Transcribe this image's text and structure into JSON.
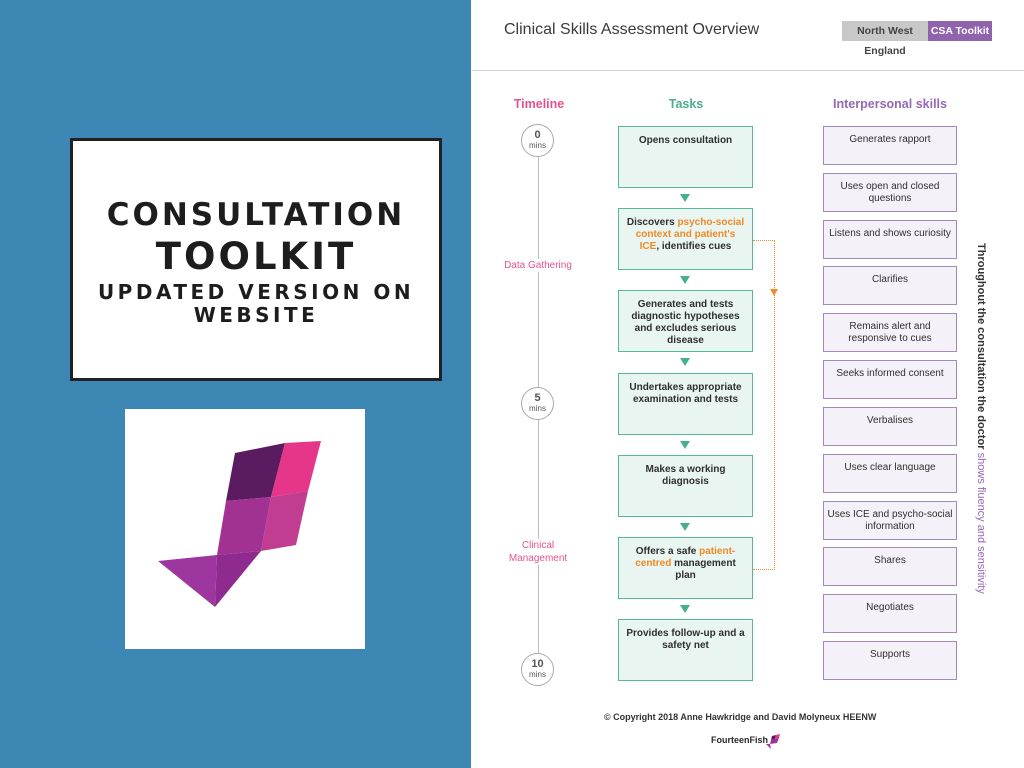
{
  "left": {
    "title": {
      "line1": "CONSULTATION",
      "line2": "TOOLKIT",
      "line3": "UPDATED VERSION ON WEBSITE"
    },
    "logo_icon": "fourteenfish-logo-icon"
  },
  "colors": {
    "left_background": "#3d87b4",
    "timeline": "#e5538f",
    "tasks": "#4aae8e",
    "interpersonal": "#9468b6",
    "highlight": "#f08a24"
  },
  "header": {
    "title": "Clinical Skills Assessment Overview",
    "badge_region": "North West England",
    "badge_toolkit": "CSA Toolkit"
  },
  "columns": {
    "timeline": "Timeline",
    "tasks": "Tasks",
    "interpersonal": "Interpersonal skills"
  },
  "timeline": {
    "markers": [
      {
        "num": "0",
        "unit": "mins"
      },
      {
        "num": "5",
        "unit": "mins"
      },
      {
        "num": "10",
        "unit": "mins"
      }
    ],
    "phases": [
      "Data Gathering",
      "Clinical Management"
    ]
  },
  "tasks": [
    {
      "text": "Opens consultation"
    },
    {
      "pre": "Discovers ",
      "hl": "psycho-social context and patient's ICE",
      "post": ", identifies cues"
    },
    {
      "text": "Generates and tests diagnostic hypotheses and excludes serious disease"
    },
    {
      "text": "Undertakes appropriate examination and tests"
    },
    {
      "text": "Makes a working diagnosis"
    },
    {
      "pre": "Offers a safe ",
      "hl": "patient-centred",
      "post": " management plan"
    },
    {
      "text": "Provides follow-up and a safety net"
    }
  ],
  "skills": [
    "Generates rapport",
    "Uses open and closed questions",
    "Listens and shows curiosity",
    "Clarifies",
    "Remains alert and responsive to cues",
    "Seeks informed consent",
    "Verbalises",
    "Uses clear language",
    "Uses ICE and psycho-social information",
    "Shares",
    "Negotiates",
    "Supports"
  ],
  "side_note": {
    "part1": "Throughout the consultation the doctor ",
    "part2": "shows fluency and sensitivity"
  },
  "footer": {
    "copyright": "© Copyright 2018 Anne Hawkridge and David Molyneux HEENW",
    "logo_text": "FourteenFish"
  }
}
